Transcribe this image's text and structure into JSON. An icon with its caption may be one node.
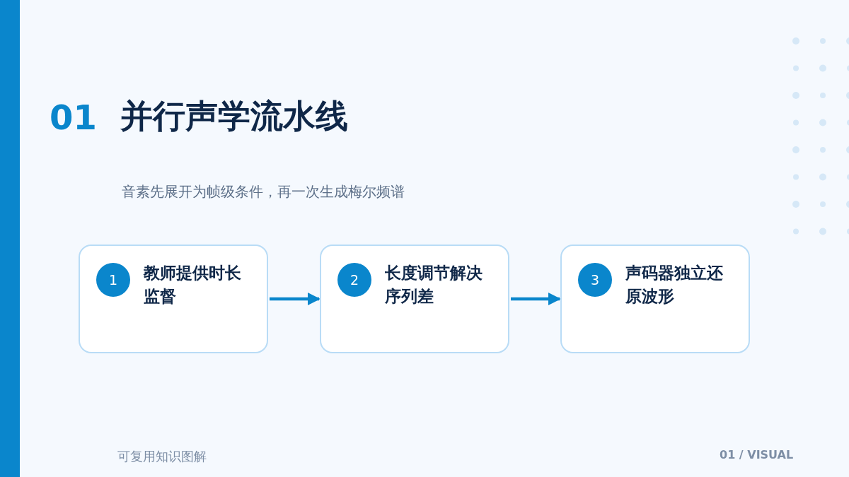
{
  "diagram": {
    "title": "并行声学流水线",
    "nodes": [
      {
        "text": [
          "1",
          "教师提供时长监督"
        ]
      },
      {
        "text": [
          "2",
          "长度调节解决序列差"
        ]
      },
      {
        "text": [
          "3",
          "声码器独立还原波形"
        ]
      }
    ],
    "edges": [
      {
        "from": 0,
        "to": 1,
        "arrow": "to"
      },
      {
        "from": 1,
        "to": 2,
        "arrow": "to"
      }
    ],
    "labels": [
      "01",
      "音素先展开为帧级条件，再一次生成梅尔频谱",
      "可复用知识图解",
      "01 / VISUAL"
    ]
  }
}
